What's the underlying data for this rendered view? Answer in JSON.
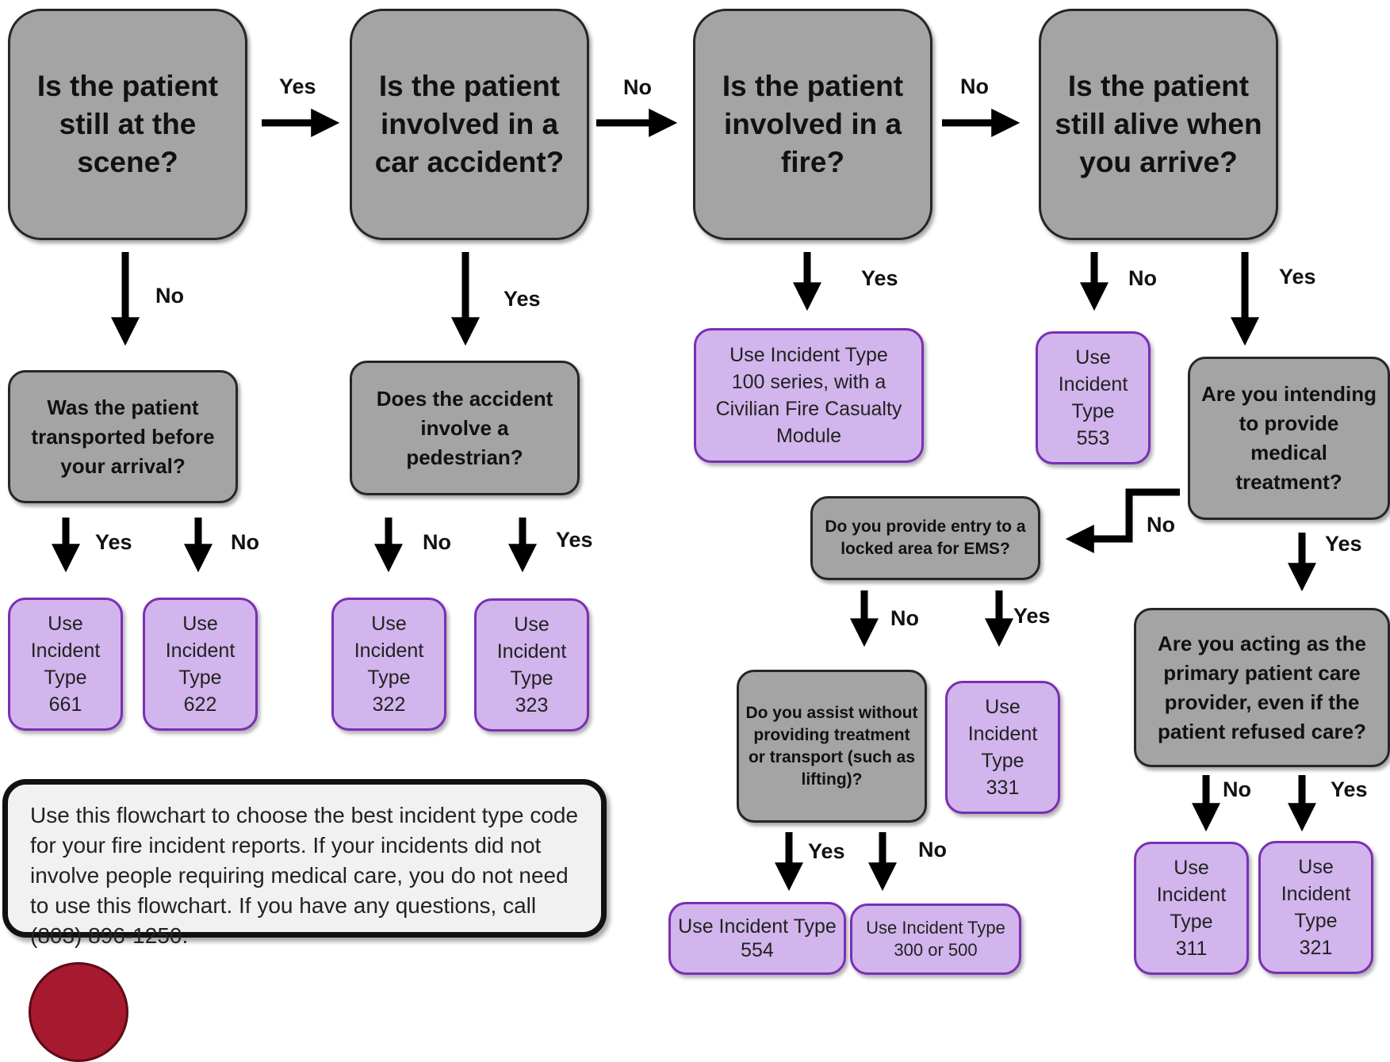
{
  "colors": {
    "question_fill": "#a4a4a4",
    "result_fill": "#d1b5ec",
    "result_border": "#7a2fb4",
    "arrow": "#000000"
  },
  "questions": {
    "q1": "Is the patient still at the scene?",
    "q2": "Is the patient involved in a car accident?",
    "q3": "Is the patient involved in a fire?",
    "q4": "Is the patient still alive when you arrive?",
    "q5": "Was the patient transported before your arrival?",
    "q6": "Does the accident involve a pedestrian?",
    "q7": "Are you intending to provide medical treatment?",
    "q8": "Do you provide entry to a locked area for EMS?",
    "q9": "Do you assist without providing treatment or transport (such as lifting)?",
    "q10": "Are you acting as the primary patient care provider, even if the patient refused care?"
  },
  "results": {
    "r661": "Use\nIncident\nType\n661",
    "r622": "Use\nIncident\nType\n622",
    "r322": "Use\nIncident\nType\n322",
    "r323": "Use\nIncident\nType\n323",
    "r100": "Use Incident Type\n100 series, with a\nCivilian Fire Casualty\nModule",
    "r553": "Use\nIncident\nType\n553",
    "r331": "Use\nIncident\nType\n331",
    "r554": "Use Incident Type\n554",
    "r300": "Use Incident Type\n300 or 500",
    "r311": "Use\nIncident\nType\n311",
    "r321": "Use\nIncident\nType\n321"
  },
  "edge_labels": {
    "e1": "Yes",
    "e2": "No",
    "e3": "No",
    "e4": "No",
    "e5": "Yes",
    "e6": "Yes",
    "e7": "No",
    "e8": "Yes",
    "e9": "Yes",
    "e10": "No",
    "e11": "No",
    "e12": "Yes",
    "e13": "No",
    "e14": "Yes",
    "e15": "No",
    "e16": "Yes",
    "e17": "Yes",
    "e18": "No",
    "e19": "No",
    "e20": "Yes"
  },
  "note_text": "Use this flowchart to choose the best incident type code for your fire incident reports. If your incidents did not involve people requiring medical care, you do not need to use this flowchart. If you have any questions, call (803) 896-1250."
}
